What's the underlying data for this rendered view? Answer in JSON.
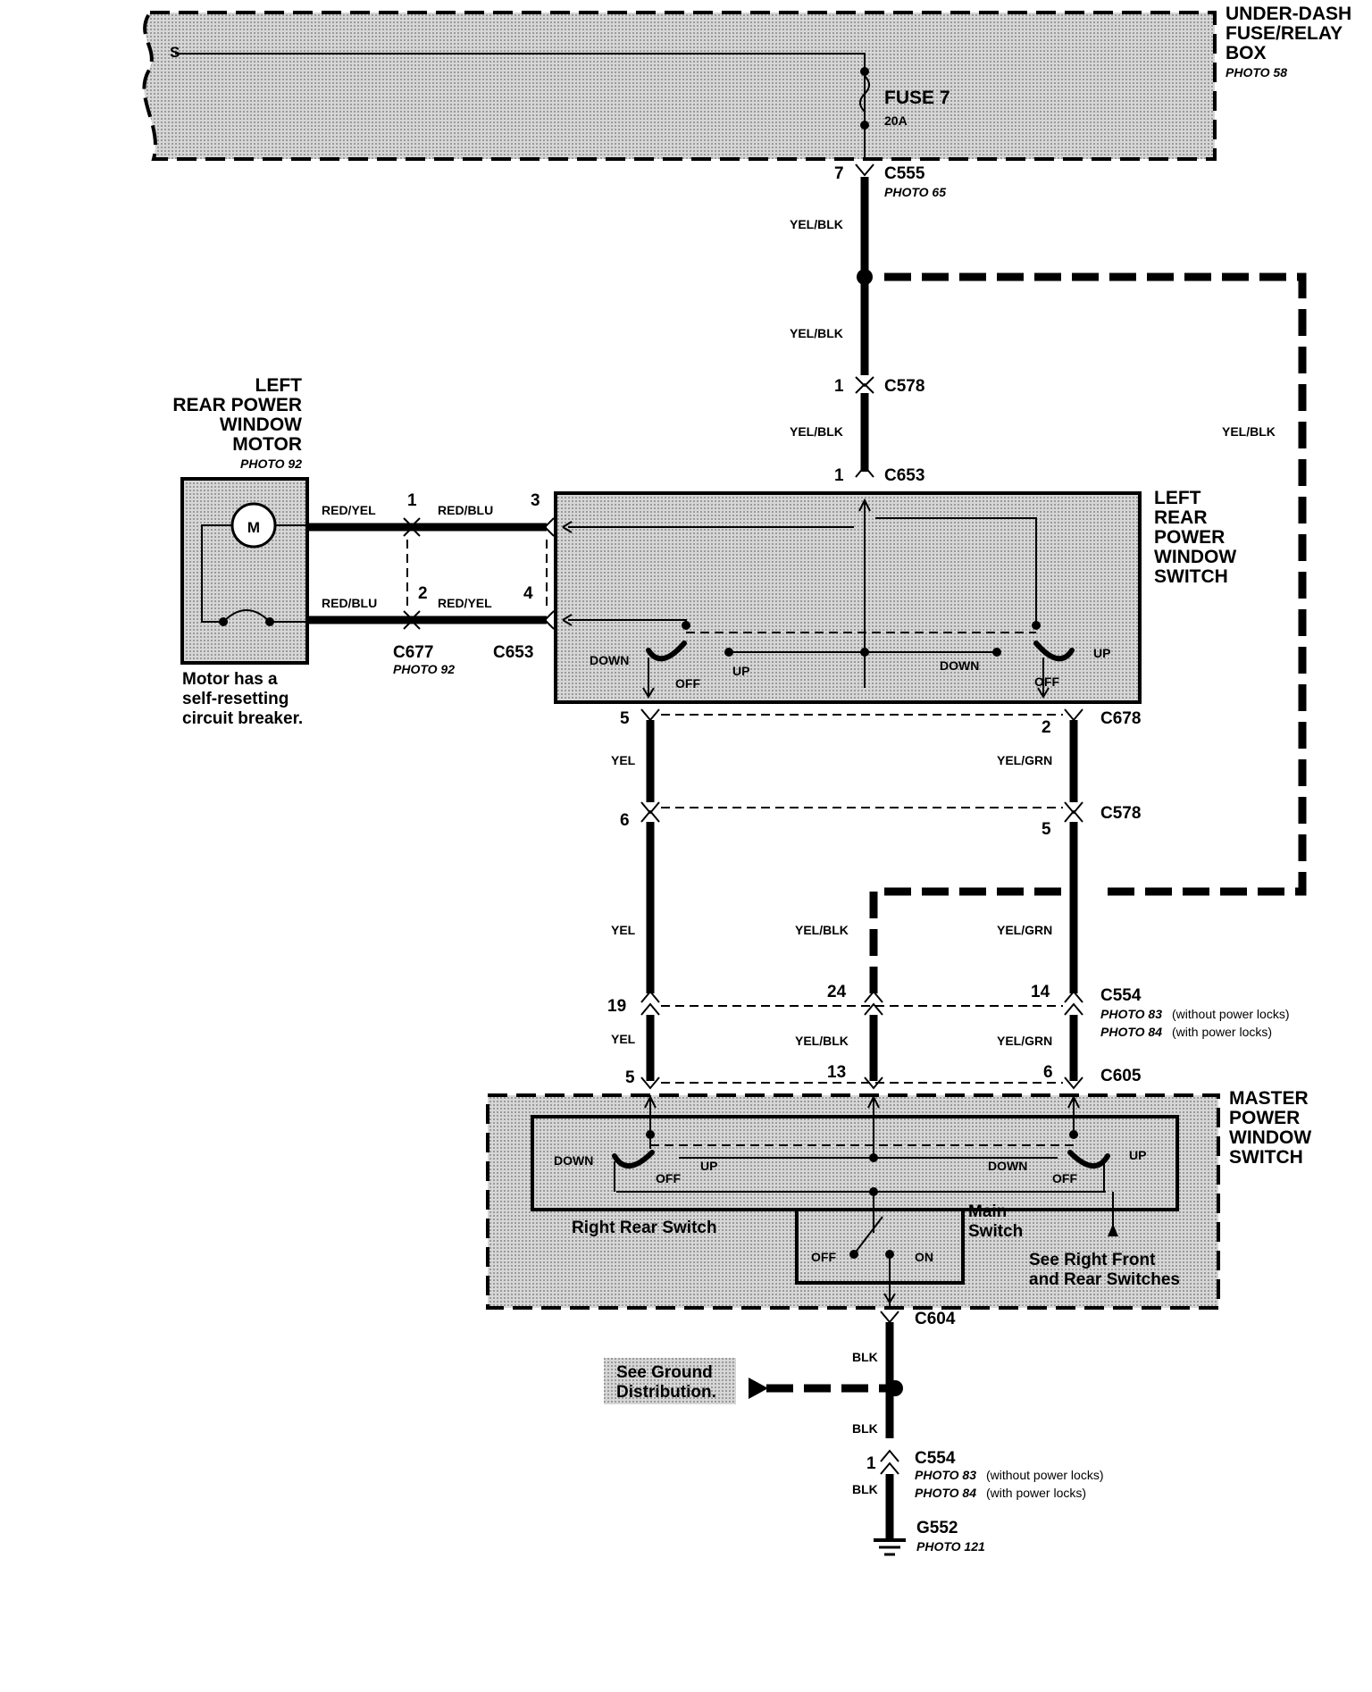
{
  "underdash_box": {
    "title_1": "UNDER-DASH",
    "title_2": "FUSE/RELAY",
    "title_3": "BOX",
    "photo": "PHOTO 58"
  },
  "fuse": {
    "name": "FUSE 7",
    "rating": "20A"
  },
  "c555": {
    "pin": "7",
    "name": "C555",
    "photo": "PHOTO 65"
  },
  "wire_colors": {
    "yel_blk": "YEL/BLK",
    "red_yel": "RED/YEL",
    "red_blu": "RED/BLU",
    "yel": "YEL",
    "yel_grn": "YEL/GRN",
    "blk": "BLK"
  },
  "c578_top": {
    "pin": "1",
    "name": "C578"
  },
  "c653_top": {
    "pin": "1",
    "name": "C653"
  },
  "motor": {
    "title_1": "LEFT",
    "title_2": "REAR POWER",
    "title_3": "WINDOW",
    "title_4": "MOTOR",
    "photo": "PHOTO 92",
    "symbol": "M",
    "note_1": "Motor has a",
    "note_2": "self-resetting",
    "note_3": "circuit breaker."
  },
  "c677": {
    "name": "C677",
    "photo": "PHOTO 92",
    "pin_1": "1",
    "pin_2": "2"
  },
  "c653_side": {
    "name": "C653",
    "pin_3": "3",
    "pin_4": "4"
  },
  "lr_switch": {
    "title_1": "LEFT",
    "title_2": "REAR",
    "title_3": "POWER",
    "title_4": "WINDOW",
    "title_5": "SWITCH",
    "down": "DOWN",
    "off": "OFF",
    "up": "UP"
  },
  "c678": {
    "name": "C678",
    "pin_left": "5",
    "pin_right": "2"
  },
  "c578_mid": {
    "name": "C578",
    "pin_left": "6",
    "pin_right": "5"
  },
  "c554_mid": {
    "name": "C554",
    "pin_a": "19",
    "pin_b": "24",
    "pin_c": "14",
    "photo_1": "PHOTO 83",
    "note_1": "(without power locks)",
    "photo_2": "PHOTO 84",
    "note_2": "(with power locks)"
  },
  "c605": {
    "name": "C605",
    "pin_a": "5",
    "pin_b": "13",
    "pin_c": "6"
  },
  "master": {
    "title_1": "MASTER",
    "title_2": "POWER",
    "title_3": "WINDOW",
    "title_4": "SWITCH",
    "down": "DOWN",
    "off": "OFF",
    "up": "UP",
    "right_rear": "Right Rear Switch",
    "main_1": "Main",
    "main_2": "Switch",
    "main_off": "OFF",
    "main_on": "ON",
    "see_1": "See Right Front",
    "see_2": "and Rear Switches"
  },
  "c604": {
    "name": "C604"
  },
  "ground_dist": {
    "line_1": "See Ground",
    "line_2": "Distribution."
  },
  "c554_bot": {
    "pin": "1",
    "name": "C554",
    "photo_1": "PHOTO 83",
    "note_1": "(without power locks)",
    "photo_2": "PHOTO 84",
    "note_2": "(with power locks)"
  },
  "g552": {
    "name": "G552",
    "photo": "PHOTO 121"
  }
}
